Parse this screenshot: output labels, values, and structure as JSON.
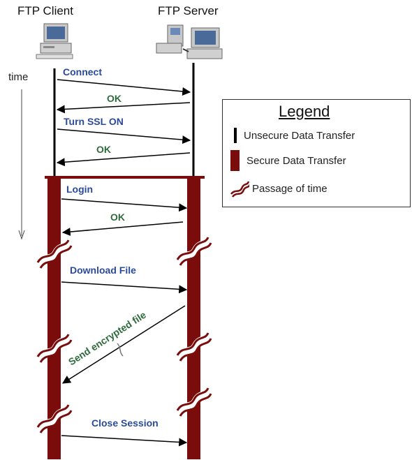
{
  "header": {
    "client_label": "FTP Client",
    "server_label": "FTP Server",
    "time_label": "time"
  },
  "messages": {
    "connect": "Connect",
    "ok1": "OK",
    "turn_ssl_on": "Turn SSL ON",
    "ok2": "OK",
    "login": "Login",
    "ok3": "OK",
    "download_file": "Download File",
    "send_encrypted_file": "Send encrypted file",
    "close_session": "Close Session"
  },
  "legend": {
    "title": "Legend",
    "items": [
      {
        "label": "Unsecure Data Transfer",
        "symbol": "thin-line"
      },
      {
        "label": "Secure Data Transfer",
        "symbol": "thick-bar"
      },
      {
        "label": "Passage of time",
        "symbol": "break-squiggle"
      }
    ]
  },
  "colors": {
    "secure": "#7a0c0c",
    "unsecure": "#000000",
    "request_text": "#2a4a9c",
    "response_text": "#2f6b3e"
  }
}
